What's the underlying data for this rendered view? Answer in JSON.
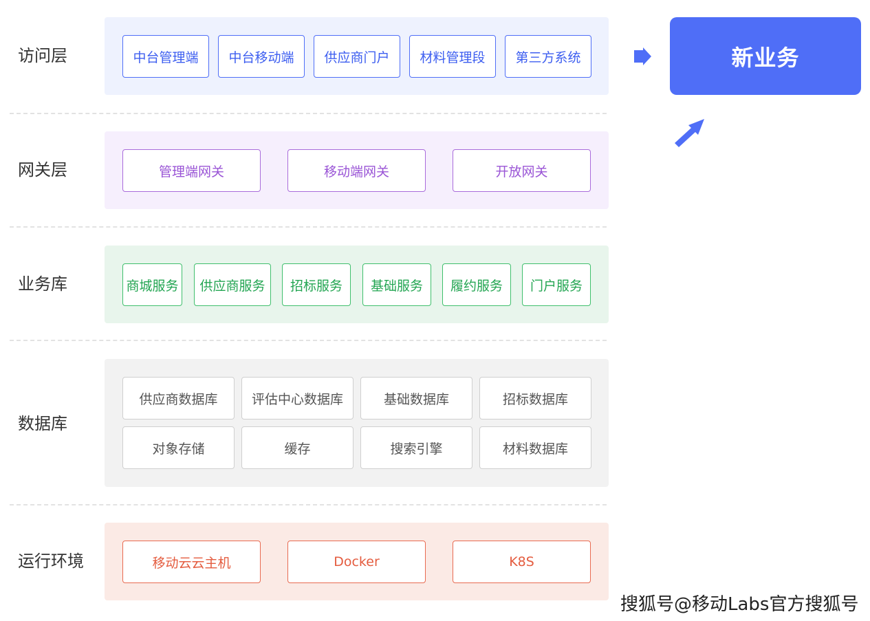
{
  "layers": {
    "access": {
      "label": "访问层",
      "items": [
        "中台管理端",
        "中台移动端",
        "供应商门户",
        "材料管理段",
        "第三方系统"
      ]
    },
    "gateway": {
      "label": "网关层",
      "items": [
        "管理端网关",
        "移动端网关",
        "开放网关"
      ]
    },
    "business": {
      "label": "业务库",
      "items": [
        "商城服务",
        "供应商服务",
        "招标服务",
        "基础服务",
        "履约服务",
        "门户服务"
      ]
    },
    "database": {
      "label": "数据库",
      "items": [
        "供应商数据库",
        "评估中心数据库",
        "基础数据库",
        "招标数据库",
        "对象存储",
        "缓存",
        "搜索引擎",
        "材料数据库"
      ]
    },
    "runtime": {
      "label": "运行环境",
      "items": [
        "移动云云主机",
        "Docker",
        "K8S"
      ]
    }
  },
  "new_business": {
    "label": "新业务"
  },
  "watermark": "搜狐号@移动Labs官方搜狐号",
  "icons": [
    "arrow-right-icon",
    "arrow-up-right-icon"
  ],
  "colors": {
    "accent_blue": "#4f6ef7",
    "access_bg": "#eef2fe",
    "gateway_bg": "#f6effd",
    "business_bg": "#e8f5ec",
    "database_bg": "#f2f2f2",
    "runtime_bg": "#fbeae5"
  }
}
